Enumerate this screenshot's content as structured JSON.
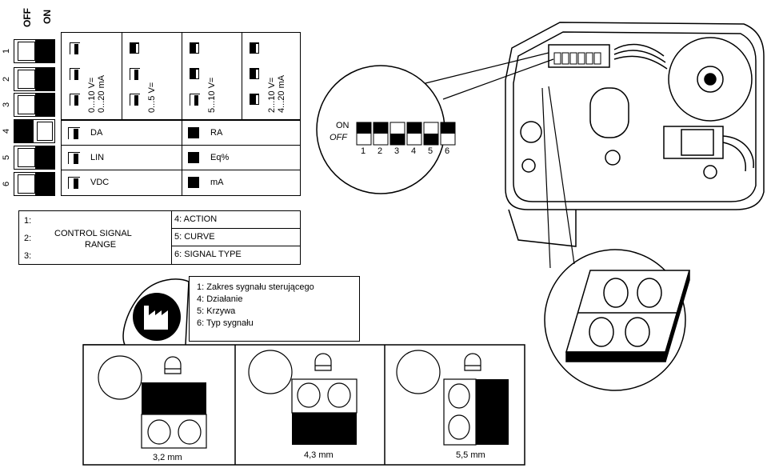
{
  "switch_legend": {
    "off_label": "OFF",
    "on_label": "ON",
    "numbers": [
      "1",
      "2",
      "3",
      "4",
      "5",
      "6"
    ]
  },
  "range_table": {
    "cells": [
      "0...10 V=\n0...20 mA",
      "0...5 V=",
      "5...10 V=",
      "2...10 V=\n4...20 mA"
    ],
    "cell_lines": [
      [
        "0...10 V=",
        "0...20 mA"
      ],
      [
        "0...5 V="
      ],
      [
        "5...10 V="
      ],
      [
        "2...10 V=",
        "4...20 mA"
      ]
    ]
  },
  "mode_table": {
    "rows": [
      {
        "left": "DA",
        "right": "RA"
      },
      {
        "left": "LIN",
        "right": "Eq%"
      },
      {
        "left": "VDC",
        "right": "mA"
      }
    ]
  },
  "legend_table": {
    "left_numbers": [
      "1:",
      "2:",
      "3:"
    ],
    "left_label_line1": "CONTROL SIGNAL",
    "left_label_line2": "RANGE",
    "right_items": [
      "4: ACTION",
      "5: CURVE",
      "6: SIGNAL TYPE"
    ]
  },
  "polish_note": {
    "lines": [
      "1: Zakres sygnału sterującego",
      "4: Działanie",
      "5: Krzywa",
      "6: Typ sygnału"
    ]
  },
  "dip_zoom": {
    "on_label": "ON",
    "off_label": "OFF",
    "numbers": [
      "1",
      "2",
      "3",
      "4",
      "5",
      "6"
    ],
    "states": [
      "on",
      "on",
      "off",
      "on",
      "off",
      "on"
    ]
  },
  "plug_panels": [
    {
      "label": "3,2 mm",
      "layout": "bottom-holes"
    },
    {
      "label": "4,3 mm",
      "layout": "top-holes"
    },
    {
      "label": "5,5 mm",
      "layout": "left-holes"
    }
  ]
}
